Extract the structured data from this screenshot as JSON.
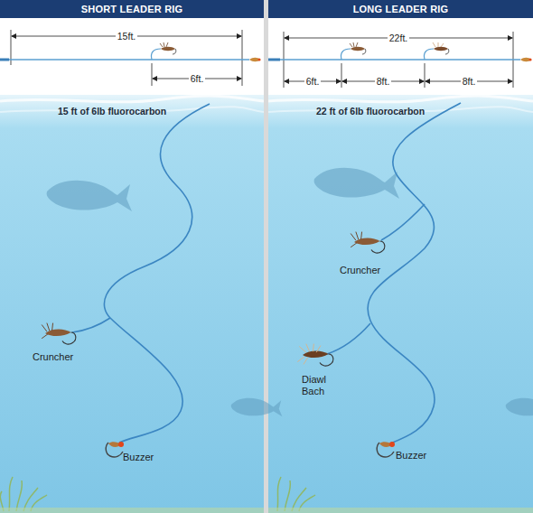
{
  "diagram": {
    "nodes": [
      {
        "text": [
          "SHORT LEADER RIG"
        ]
      },
      {
        "text": [
          "LONG LEADER RIG"
        ]
      }
    ],
    "labels": [
      "15ft.",
      "6ft.",
      "15 ft of 6lb fluorocarbon",
      "Cruncher",
      "Buzzer",
      "22ft.",
      "6ft.",
      "8ft.",
      "8ft.",
      "22 ft of 6lb fluorocarbon",
      "Cruncher",
      "Diawl Bach",
      "Buzzer"
    ]
  }
}
